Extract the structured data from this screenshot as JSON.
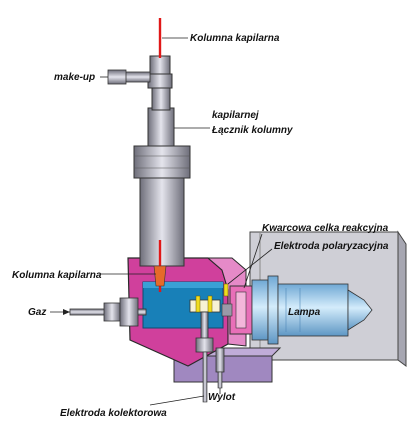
{
  "labels": {
    "kolumna_top": "Kolumna kapilarna",
    "make_up": "make-up",
    "kapilarnej": "kapilarnej",
    "lacznik": "Łącznik kolumny",
    "kwarcowa": "Kwarcowa celka reakcyjna",
    "elektroda_pol": "Elektroda polaryzacyjna",
    "kolumna_left": "Kolumna kapilarna",
    "gaz": "Gaz",
    "lampa": "Lampa",
    "wylot": "Wylot",
    "elektroda_kol": "Elektroda kolektorowa"
  },
  "colors": {
    "body_magenta": "#d0409c",
    "block_blue": "#1880b8",
    "lamp_blue": "#a6cde8",
    "lamp_grey": "#cfcfd6",
    "capillary_red": "#e01818",
    "metal_grey": "#a8a8b4",
    "base_purple": "#a088c0",
    "yellow": "#f0dc20"
  }
}
